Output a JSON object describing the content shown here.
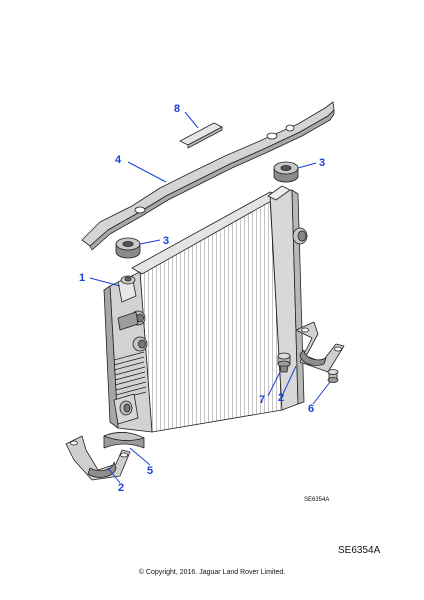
{
  "diagram": {
    "callouts": [
      "8",
      "4",
      "3",
      "3",
      "1",
      "7",
      "2",
      "6",
      "2",
      "5"
    ],
    "drawing_ref_small": "SE6354A",
    "drawing_ref_large": "SE6354A",
    "copyright": "© Copyright, 2016. Jaguar Land Rover Limited.",
    "callout_color": "#1a3fd6"
  }
}
